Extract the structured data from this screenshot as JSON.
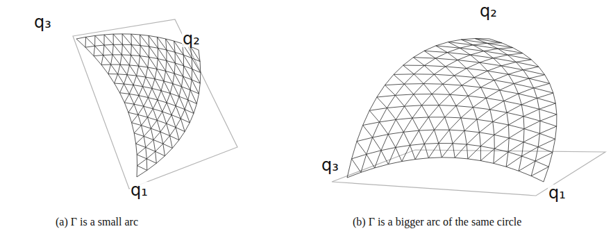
{
  "diagram": {
    "labels": [
      "q₃",
      "q₂",
      "q₁",
      "q₂",
      "q₃",
      "q₁",
      "(a) Γ is a small arc",
      "(b) Γ is a bigger arc of the same circle"
    ]
  }
}
